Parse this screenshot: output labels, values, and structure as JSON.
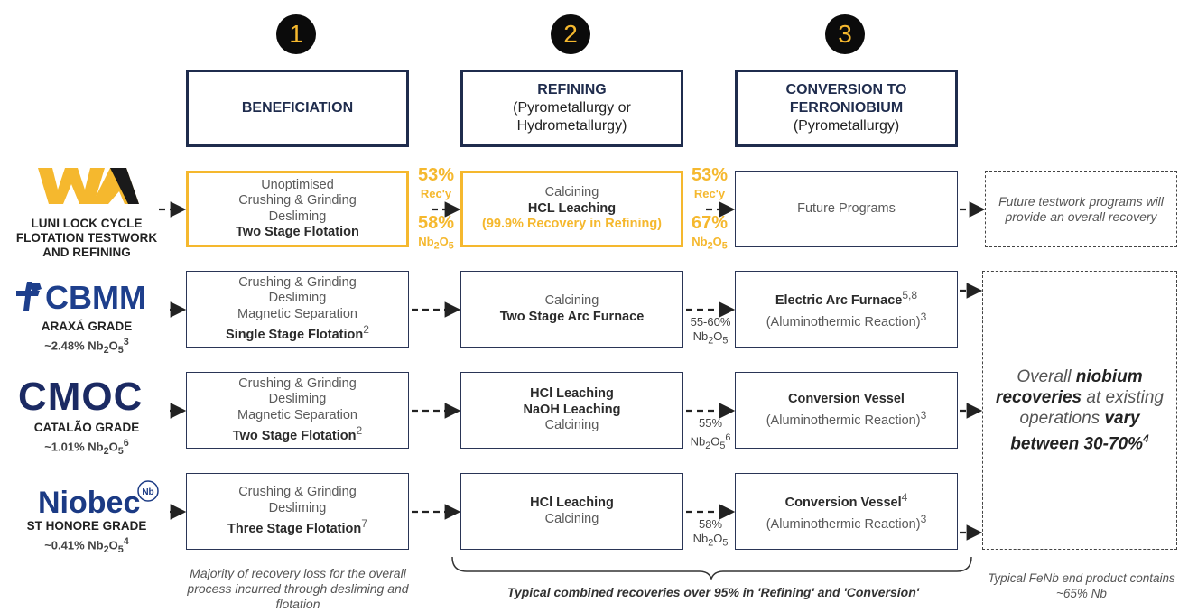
{
  "stages": [
    {
      "number": "1",
      "line1": "BENEFICIATION",
      "line2": "",
      "line3": ""
    },
    {
      "number": "2",
      "line1": "REFINING",
      "line2": "(Pyrometallurgy or",
      "line3": "Hydrometallurgy)"
    },
    {
      "number": "3",
      "line1": "CONVERSION TO",
      "line2": "FERRONIOBIUM",
      "line3": "(Pyrometallurgy)"
    }
  ],
  "companies": [
    {
      "logo": "WA",
      "label_lines": [
        "LUNI LOCK CYCLE",
        "FLOTATION TESTWORK",
        "AND REFINING"
      ],
      "beneficiation": [
        "Unoptimised",
        "Crushing & Grinding",
        "Desliming",
        "Two Stage Flotation"
      ],
      "refining": [
        "Calcining",
        "HCL Leaching",
        "(99.9% Recovery in Refining)"
      ],
      "conversion": [
        "Future Programs"
      ],
      "rec1": {
        "pct1": "53%",
        "lbl1": "Rec'y",
        "pct2": "58%",
        "lbl2": "Nb",
        "sub2": "2",
        "lbl2b": "O",
        "sub2b": "5"
      },
      "rec2": {
        "pct1": "53%",
        "lbl1": "Rec'y",
        "pct2": "67%",
        "lbl2": "Nb",
        "sub2": "2",
        "lbl2b": "O",
        "sub2b": "5"
      },
      "outcome": "Future testwork programs will provide an overall recovery"
    },
    {
      "logo": "CBMM",
      "label_lines": [
        "ARAXÁ GRADE"
      ],
      "grade": {
        "pre": "~2.48% Nb",
        "sub1": "2",
        "mid": "O",
        "sub2": "5",
        "sup": "3"
      },
      "beneficiation": [
        "Crushing & Grinding",
        "Desliming",
        "Magnetic Separation",
        "Single Stage Flotation",
        "2"
      ],
      "refining": [
        "Calcining",
        "Two Stage Arc Furnace"
      ],
      "conversion": [
        "Electric Arc Furnace",
        "5,8",
        "(Aluminothermic Reaction)",
        "3"
      ],
      "pct": {
        "value": "55-60%",
        "pre": "Nb",
        "sub1": "2",
        "mid": "O",
        "sub2": "5",
        "sup": ""
      }
    },
    {
      "logo": "CMOC",
      "label_lines": [
        "CATALÃO GRADE"
      ],
      "grade": {
        "pre": "~1.01% Nb",
        "sub1": "2",
        "mid": "O",
        "sub2": "5",
        "sup": "6"
      },
      "beneficiation": [
        "Crushing & Grinding",
        "Desliming",
        "Magnetic Separation",
        "Two Stage Flotation",
        "2"
      ],
      "refining": [
        "HCl Leaching",
        "NaOH Leaching",
        "Calcining"
      ],
      "conversion": [
        "Conversion Vessel",
        "",
        "(Aluminothermic Reaction)",
        "3"
      ],
      "pct": {
        "value": "55%",
        "pre": "Nb",
        "sub1": "2",
        "mid": "O",
        "sub2": "5",
        "sup": "6"
      }
    },
    {
      "logo": "Niobec",
      "logo_badge": "Nb",
      "label_lines": [
        "ST HONORE GRADE"
      ],
      "grade": {
        "pre": "~0.41% Nb",
        "sub1": "2",
        "mid": "O",
        "sub2": "5",
        "sup": "4"
      },
      "beneficiation": [
        "Crushing & Grinding",
        "Desliming",
        "Three Stage Flotation",
        "7"
      ],
      "refining": [
        "HCl Leaching",
        "Calcining"
      ],
      "conversion": [
        "Conversion Vessel",
        "4",
        "(Aluminothermic Reaction)",
        "3"
      ],
      "pct": {
        "value": "58%",
        "pre": "Nb",
        "sub1": "2",
        "mid": "O",
        "sub2": "5",
        "sup": ""
      }
    }
  ],
  "overall": {
    "t1": "Overall ",
    "t2": "niobium",
    "t3": "recoveries",
    "t4": " at existing operations ",
    "t5": "vary between 30-70%",
    "sup": "4"
  },
  "notes": {
    "beneficiation": "Majority of recovery loss for the overall process incurred through desliming and flotation",
    "combined": "Typical combined recoveries over 95% in 'Refining' and 'Conversion'",
    "end_product": "Typical FeNb end product contains ~65% Nb"
  },
  "colors": {
    "gold": "#f5b82e",
    "navy": "#1f2c4d",
    "cbmm": "#1e3f8c",
    "cmoc": "#1b2a63",
    "niobec": "#1b3a84"
  }
}
